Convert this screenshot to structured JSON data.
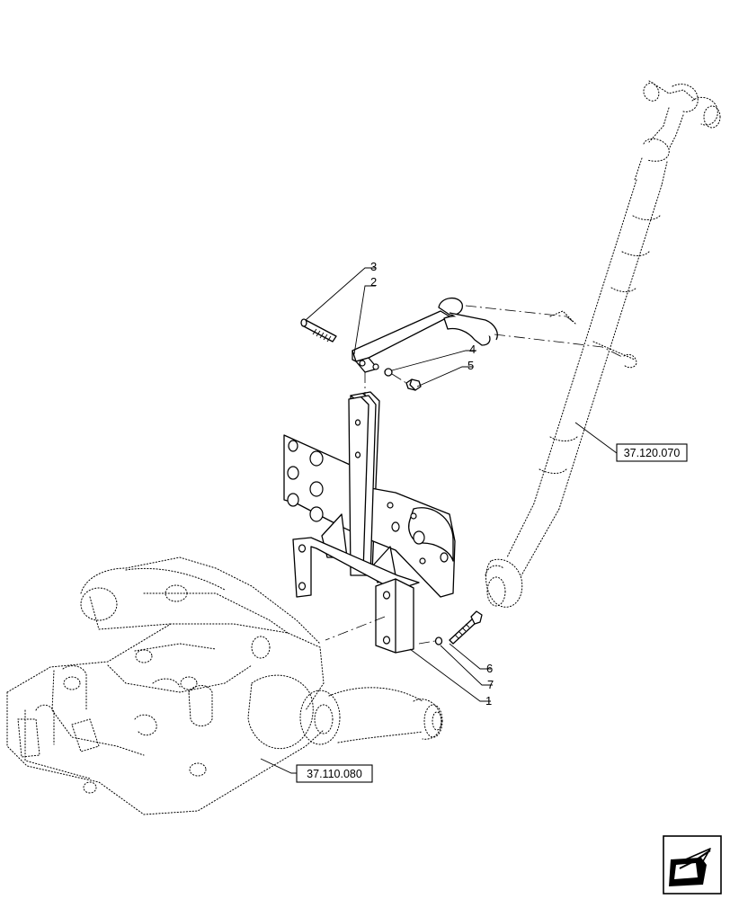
{
  "callouts": [
    {
      "id": "3",
      "label": "3"
    },
    {
      "id": "2",
      "label": "2"
    },
    {
      "id": "4",
      "label": "4"
    },
    {
      "id": "5",
      "label": "5"
    },
    {
      "id": "6",
      "label": "6"
    },
    {
      "id": "7",
      "label": "7"
    },
    {
      "id": "1",
      "label": "1"
    }
  ],
  "references": {
    "top_link": "37.120.070",
    "lift_housing": "37.110.080"
  },
  "nav_icon": "arrow-back-icon"
}
